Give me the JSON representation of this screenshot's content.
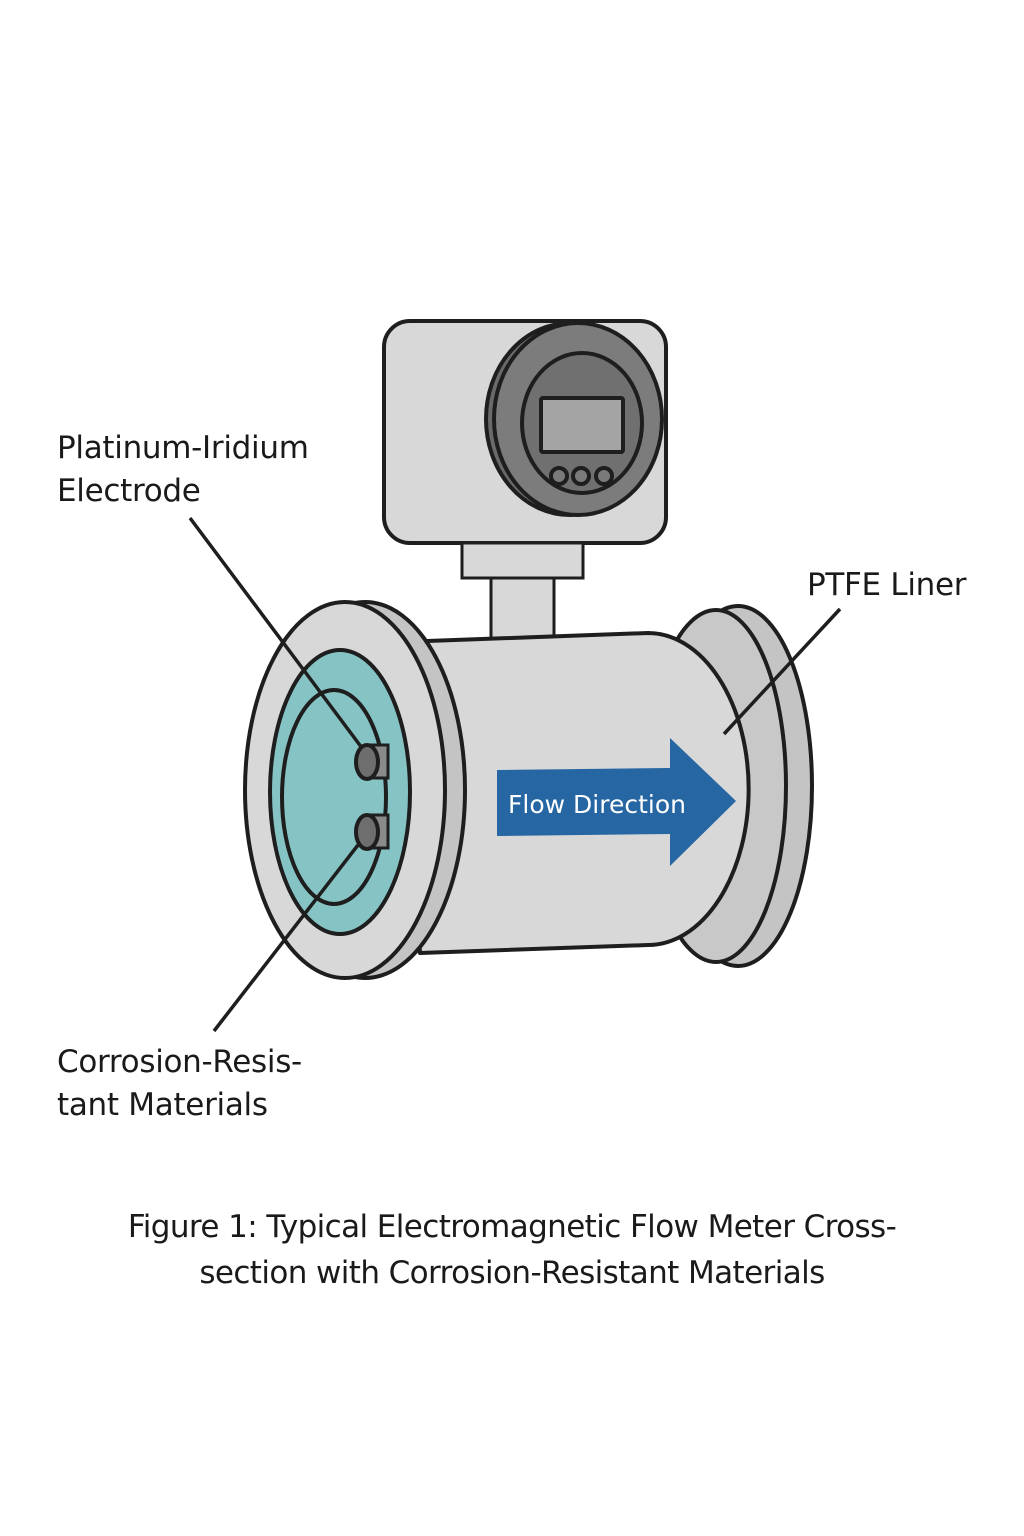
{
  "figure": {
    "title": "Electromagnetic Flow Meter Cross-section",
    "caption_lines": [
      "Figure 1: Typical Electromagnetic Flow Meter Cross-",
      "section with Corrosion-Resistant Materials"
    ]
  },
  "labels": {
    "electrode": [
      "Platinum-Iridium",
      "Electrode"
    ],
    "liner": [
      "PTFE Liner"
    ],
    "materials": [
      "Corrosion-Resis-",
      "tant Materials"
    ]
  },
  "flow_arrow": {
    "text": "Flow Direction",
    "color": "#2566a3"
  },
  "display_unit": {
    "buttons": 3
  },
  "electrodes": {
    "count": 2
  },
  "colors": {
    "outline": "#1e1e1e",
    "body": "#d8d8d8",
    "body_shade": "#c4c4c4",
    "bezel": "#7a7a7a",
    "screen": "#a4a4a4",
    "liner": "#86c3c4",
    "electrode": "#6e6e6e"
  }
}
